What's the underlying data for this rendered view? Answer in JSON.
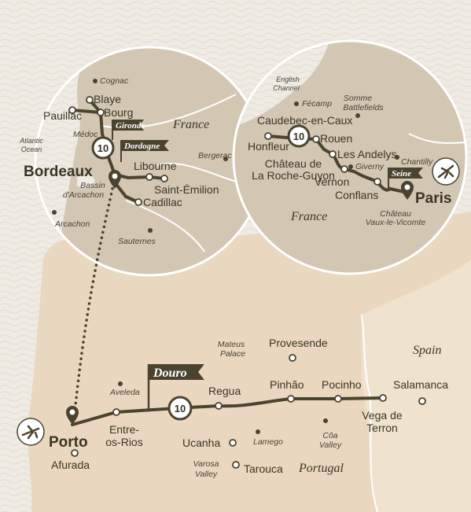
{
  "colors": {
    "sea": "#efeae2",
    "land": "#e9d8bf",
    "inset_land": "#d3c7b4",
    "route": "#4a4330",
    "text": "#3b3425"
  },
  "bordeaux_inset": {
    "country": "France",
    "sea_label": [
      "Atlantic",
      "Ocean"
    ],
    "hub": "Bordeaux",
    "rivers": [
      "Gironde",
      "Dordogne"
    ],
    "route_number": "10",
    "stops": [
      "Blaye",
      "Bourg",
      "Pauillac",
      "Libourne",
      "Saint-Émilion",
      "Cadillac"
    ],
    "poi": [
      "Cognac",
      "Médoc",
      "Bergerac",
      "Arcachon",
      "Sauternes"
    ],
    "bassin": [
      "Bassin",
      "d'Arcachon"
    ]
  },
  "seine_inset": {
    "country": "France",
    "sea_label": [
      "English",
      "Channel"
    ],
    "hub": "Paris",
    "river": "Seine",
    "route_number": "10",
    "stops": [
      "Caudebec-en-Caux",
      "Honfleur",
      "Rouen",
      "Les Andelys",
      "Château de",
      "La Roche-Guyon",
      "Vernon",
      "Conflans"
    ],
    "poi": [
      "Fécamp",
      "Somme",
      "Battlefields",
      "Giverny",
      "Chantilly",
      "Château",
      "Vaux-le-Vicomte"
    ]
  },
  "main_map": {
    "countries": [
      "Spain",
      "Portugal"
    ],
    "river": "Douro",
    "route_number": "10",
    "hub": "Porto",
    "stops": [
      "Afurada",
      "Entre-",
      "os-Rios",
      "Regua",
      "Pinhão",
      "Pocinho",
      "Vega de",
      "Terron",
      "Salamanca",
      "Provesende",
      "Ucanha",
      "Tarouca"
    ],
    "poi": [
      "Aveleda",
      "Mateus",
      "Palace",
      "Lamego",
      "Côa",
      "Valley",
      "Varosa",
      "Valley"
    ]
  }
}
